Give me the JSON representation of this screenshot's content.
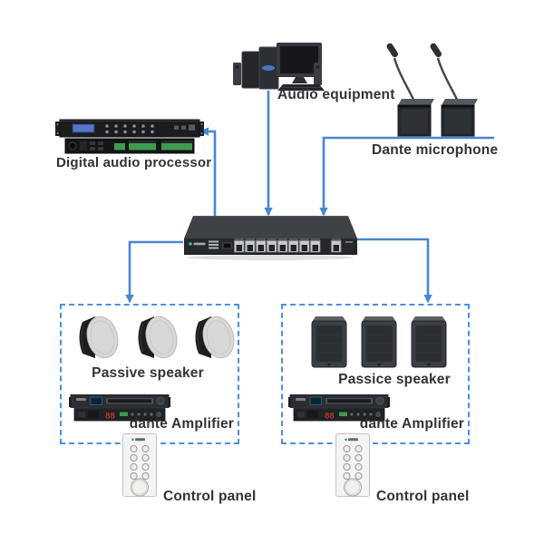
{
  "labels": {
    "audio_equipment": "Audio equipment",
    "dante_microphone": "Dante microphone",
    "digital_audio_processor": "Digital audio processor",
    "passive_speaker_left": "Passive speaker",
    "passive_speaker_right": "Passice speaker",
    "dante_amplifier_left": "dante Amplifier",
    "dante_amplifier_right": "dante Amplifier",
    "control_panel_left": "Control panel",
    "control_panel_right": "Control panel"
  },
  "amplifier": {
    "display": "88"
  },
  "colors": {
    "connector": "#4a86d6",
    "dashed_box": "#4a90e2",
    "label_text": "#333333",
    "background": "#ffffff"
  }
}
